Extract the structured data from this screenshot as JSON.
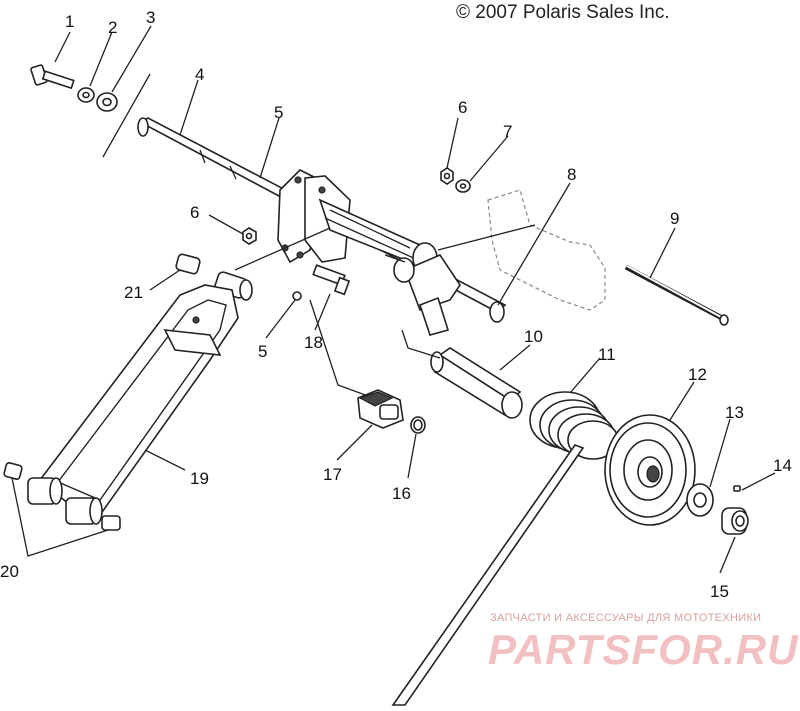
{
  "copyright": "© 2007 Polaris Sales Inc.",
  "watermark": {
    "tagline": "ЗАПЧАСТИ И АКСЕССУАРЫ ДЛЯ МОТОТЕХНИКИ",
    "logo": "PARTSFOR.RU"
  },
  "callouts": [
    {
      "id": "c1",
      "text": "1"
    },
    {
      "id": "c2",
      "text": "2"
    },
    {
      "id": "c3",
      "text": "3"
    },
    {
      "id": "c4",
      "text": "4"
    },
    {
      "id": "c5a",
      "text": "5"
    },
    {
      "id": "c6a",
      "text": "6"
    },
    {
      "id": "c6b",
      "text": "6"
    },
    {
      "id": "c7",
      "text": "7"
    },
    {
      "id": "c8",
      "text": "8"
    },
    {
      "id": "c9",
      "text": "9"
    },
    {
      "id": "c10",
      "text": "10"
    },
    {
      "id": "c11",
      "text": "11"
    },
    {
      "id": "c12",
      "text": "12"
    },
    {
      "id": "c13",
      "text": "13"
    },
    {
      "id": "c14",
      "text": "14"
    },
    {
      "id": "c15",
      "text": "15"
    },
    {
      "id": "c16",
      "text": "16"
    },
    {
      "id": "c17",
      "text": "17"
    },
    {
      "id": "c18",
      "text": "18"
    },
    {
      "id": "c19",
      "text": "19"
    },
    {
      "id": "c20",
      "text": "20"
    },
    {
      "id": "c21",
      "text": "21"
    },
    {
      "id": "c5b",
      "text": "5"
    }
  ]
}
